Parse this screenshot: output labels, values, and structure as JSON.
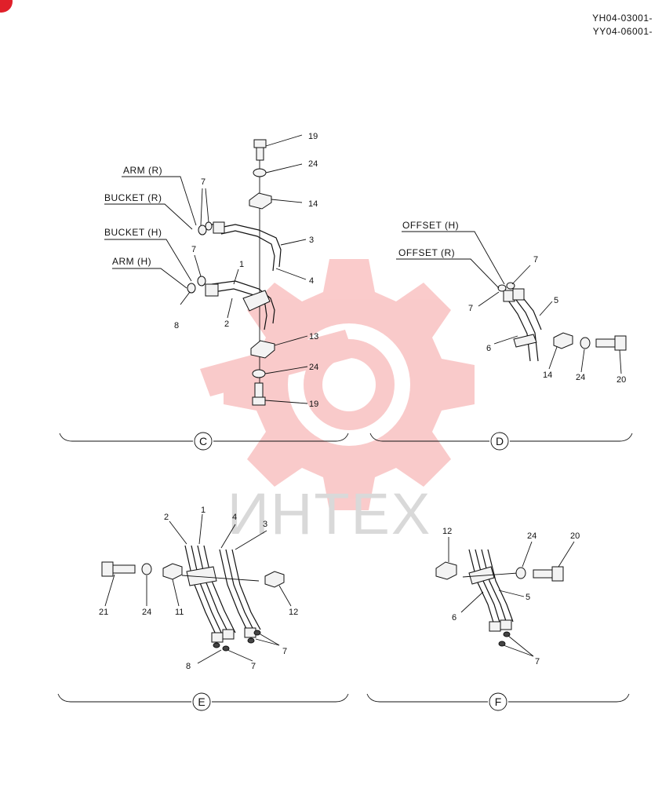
{
  "header": {
    "serials": [
      "YH04-03001-",
      "YY04-06001-"
    ]
  },
  "watermark": {
    "logo": "gear-logo",
    "text": "ИНТЕХ",
    "color": "#f39a9a"
  },
  "sections": {
    "C": {
      "mark": "C",
      "labels": {
        "arm_r": "ARM (R)",
        "bucket_r": "BUCKET (R)",
        "bucket_h": "BUCKET (H)",
        "arm_h": "ARM (H)"
      },
      "callouts": [
        "19",
        "24",
        "14",
        "3",
        "4",
        "7",
        "7",
        "1",
        "2",
        "8",
        "13",
        "24",
        "19"
      ]
    },
    "D": {
      "mark": "D",
      "labels": {
        "offset_h": "OFFSET (H)",
        "offset_r": "OFFSET (R)"
      },
      "callouts": [
        "7",
        "7",
        "5",
        "6",
        "14",
        "24",
        "20"
      ]
    },
    "E": {
      "mark": "E",
      "callouts": [
        "2",
        "1",
        "4",
        "3",
        "21",
        "24",
        "11",
        "12",
        "7",
        "8",
        "7"
      ]
    },
    "F": {
      "mark": "F",
      "callouts": [
        "12",
        "24",
        "20",
        "5",
        "6",
        "7"
      ]
    }
  }
}
